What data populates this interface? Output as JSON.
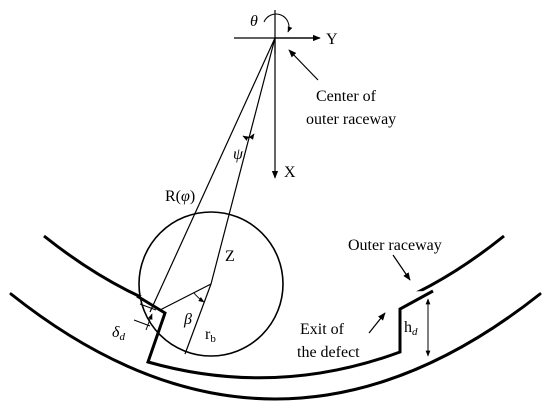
{
  "labels": {
    "theta": "θ",
    "y_axis": "Y",
    "x_axis": "X",
    "center_line1": "Center of",
    "center_line2": "outer raceway",
    "psi": "ψ",
    "r_phi_prefix": "R(",
    "r_phi_var": "φ",
    "r_phi_suffix": ")",
    "z": "Z",
    "beta": "β",
    "r_b_main": "r",
    "r_b_sub": "b",
    "delta_main": "δ",
    "delta_sub": "d",
    "h_main": "h",
    "h_sub": "d",
    "outer_raceway": "Outer raceway",
    "exit_line1": "Exit of",
    "exit_line2": "the defect"
  },
  "colors": {
    "stroke": "#000000",
    "background": "#ffffff"
  }
}
